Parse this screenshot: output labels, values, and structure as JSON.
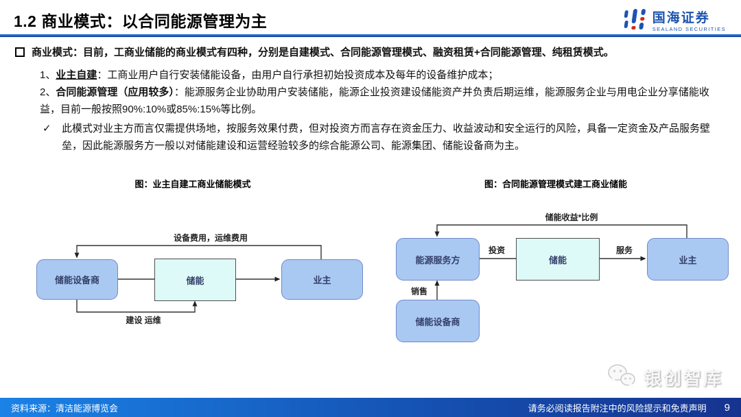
{
  "header": {
    "title": "1.2 商业模式：以合同能源管理为主",
    "logo": {
      "cn": "国海证券",
      "en": "SEALAND SECURITIES"
    }
  },
  "body": {
    "lead": {
      "marker": "□",
      "text": "商业模式：目前，工商业储能的商业模式有四种，分别是自建模式、合同能源管理模式、融资租赁+合同能源管理、纯租赁模式。"
    },
    "items": [
      {
        "prefix": "1、",
        "label": "业主自建",
        "text": "：工商业用户自行安装储能设备，由用户自行承担初始投资成本及每年的设备维护成本；"
      },
      {
        "prefix": "2、",
        "label": "合同能源管理（应用较多）",
        "text": "：能源服务企业协助用户安装储能，能源企业投资建设储能资产并负责后期运维，能源服务企业与用电企业分享储能收益，目前一般按照90%:10%或85%:15%等比例。"
      }
    ],
    "check": {
      "marker": "✓",
      "text": "此模式对业主方而言仅需提供场地，按服务效果付费，但对投资方而言存在资金压力、收益波动和安全运行的风险，具备一定资金及产品服务壁垒，因此能源服务方一般以对储能建设和运营经验较多的综合能源公司、能源集团、储能设备商为主。"
    }
  },
  "figures": {
    "left": {
      "caption": "图：业主自建工商业储能模式",
      "boxes": {
        "vendor": "储能设备商",
        "storage": "储能",
        "owner": "业主"
      },
      "labels": {
        "top": "设备费用，运维费用",
        "bottom": "建设 运维"
      }
    },
    "right": {
      "caption": "图：合同能源管理模式建工商业储能",
      "boxes": {
        "esp": "能源服务方",
        "storage": "储能",
        "owner": "业主",
        "vendor": "储能设备商"
      },
      "labels": {
        "top": "储能收益*比例",
        "invest": "投资",
        "service": "服务",
        "sale": "销售"
      }
    }
  },
  "watermark": {
    "text": "银创智库"
  },
  "footer": {
    "source": "资料来源：清洁能源博览会",
    "disclaimer": "请务必阅读报告附注中的风险提示和免责声明",
    "page": "9"
  },
  "colors": {
    "accent_blue": "#1f66d4",
    "brand_blue": "#1d54b0",
    "brand_red": "#d42b1e",
    "node_fill": "#aac9f2",
    "node_border": "#7088c8",
    "storage_fill": "#ddfaf8",
    "footer_gradient_left": "#1b82e6",
    "footer_gradient_right": "#16338f"
  }
}
